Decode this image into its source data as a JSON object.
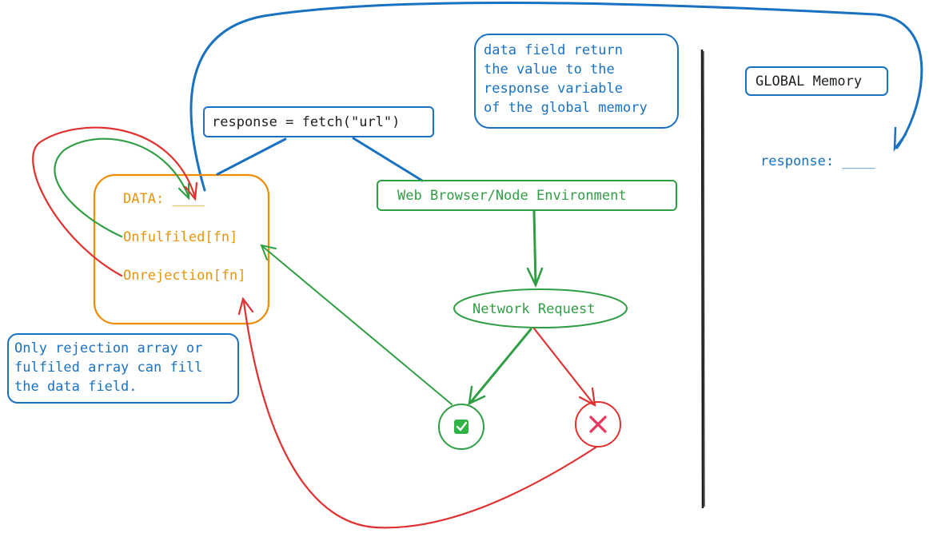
{
  "promise_object": {
    "data_label": "DATA: ____",
    "onfulfilled_label": "Onfulfiled[fn]",
    "onrejection_label": "Onrejection[fn]"
  },
  "code_statement": "response = fetch(\"url\")",
  "environment_label": "Web Browser/Node Environment",
  "network_request_label": "Network Request",
  "data_field_note": [
    "data field return",
    "the value to the",
    "response variable",
    "of the global memory"
  ],
  "only_rejection_note": [
    "Only rejection array or",
    "fulfiled array can fill",
    "the data field."
  ],
  "global_memory_title": "GLOBAL Memory",
  "response_variable": "response: ____",
  "colors": {
    "blue": "#1971c2",
    "orange": "#f08c00",
    "green": "#2f9e44",
    "red": "#e03131",
    "black": "#1e1e1e",
    "success_fill": "#2fb344",
    "error_mark": "#e8365d"
  },
  "icons": {
    "success": "check-icon",
    "failure": "cross-icon"
  }
}
